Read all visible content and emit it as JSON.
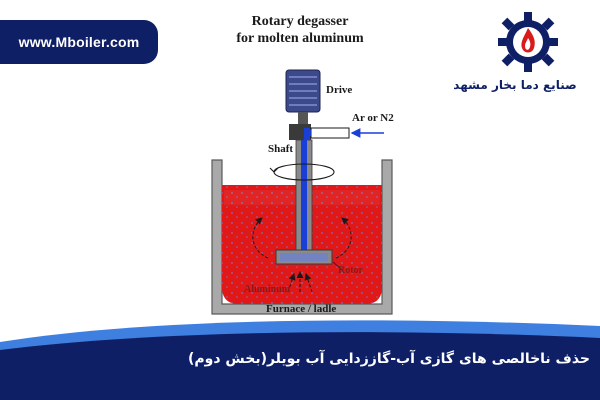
{
  "website": {
    "url": "www.Mboiler.com"
  },
  "brand": {
    "name": "صنایع دما بخار مشهد",
    "logo_icon": "gear-flame-logo-icon"
  },
  "diagram": {
    "title_line1": "Rotary degasser",
    "title_line2": "for molten aluminum",
    "labels": {
      "drive": "Drive",
      "gas": "Ar or N2",
      "shaft": "Shaft",
      "rotor": "Rotor",
      "aluminum": "Aluminum",
      "furnace": "Furnace / ladle"
    }
  },
  "footer": {
    "title": "حذف ناخالصی های گازی آب-گاززدایی آب بویلر(بخش دوم)"
  },
  "colors": {
    "navy": "#0f1f66",
    "accent_blue": "#1a3fd6",
    "molten_red": "#e01818",
    "furnace_gray": "#a9a9a9"
  }
}
